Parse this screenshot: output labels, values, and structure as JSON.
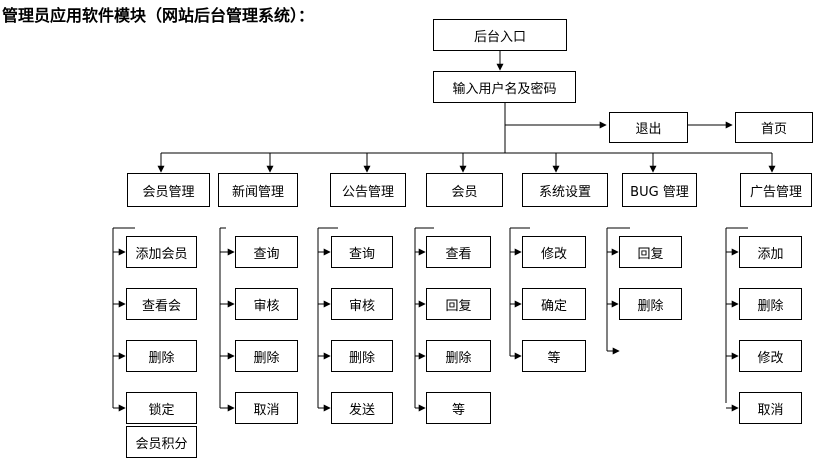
{
  "title": "管理员应用软件模块（网站后台管理系统）：",
  "top": {
    "entry": "后台入口",
    "login": "输入用户名及密码",
    "logout": "退出",
    "home": "首页"
  },
  "modules": [
    {
      "label": "会员管理",
      "items": [
        "添加会员",
        "查看会",
        "删除",
        "锁定",
        "会员积分"
      ]
    },
    {
      "label": "新闻管理",
      "items": [
        "查询",
        "审核",
        "删除",
        "取消"
      ]
    },
    {
      "label": "公告管理",
      "items": [
        "查询",
        "审核",
        "删除",
        "发送"
      ]
    },
    {
      "label": "会员",
      "items": [
        "查看",
        "回复",
        "删除",
        "等"
      ]
    },
    {
      "label": "系统设置",
      "items": [
        "修改",
        "确定",
        "等"
      ]
    },
    {
      "label": "BUG 管理",
      "items": [
        "回复",
        "删除"
      ]
    },
    {
      "label": "广告管理",
      "items": [
        "添加",
        "删除",
        "修改",
        "取消"
      ]
    }
  ]
}
